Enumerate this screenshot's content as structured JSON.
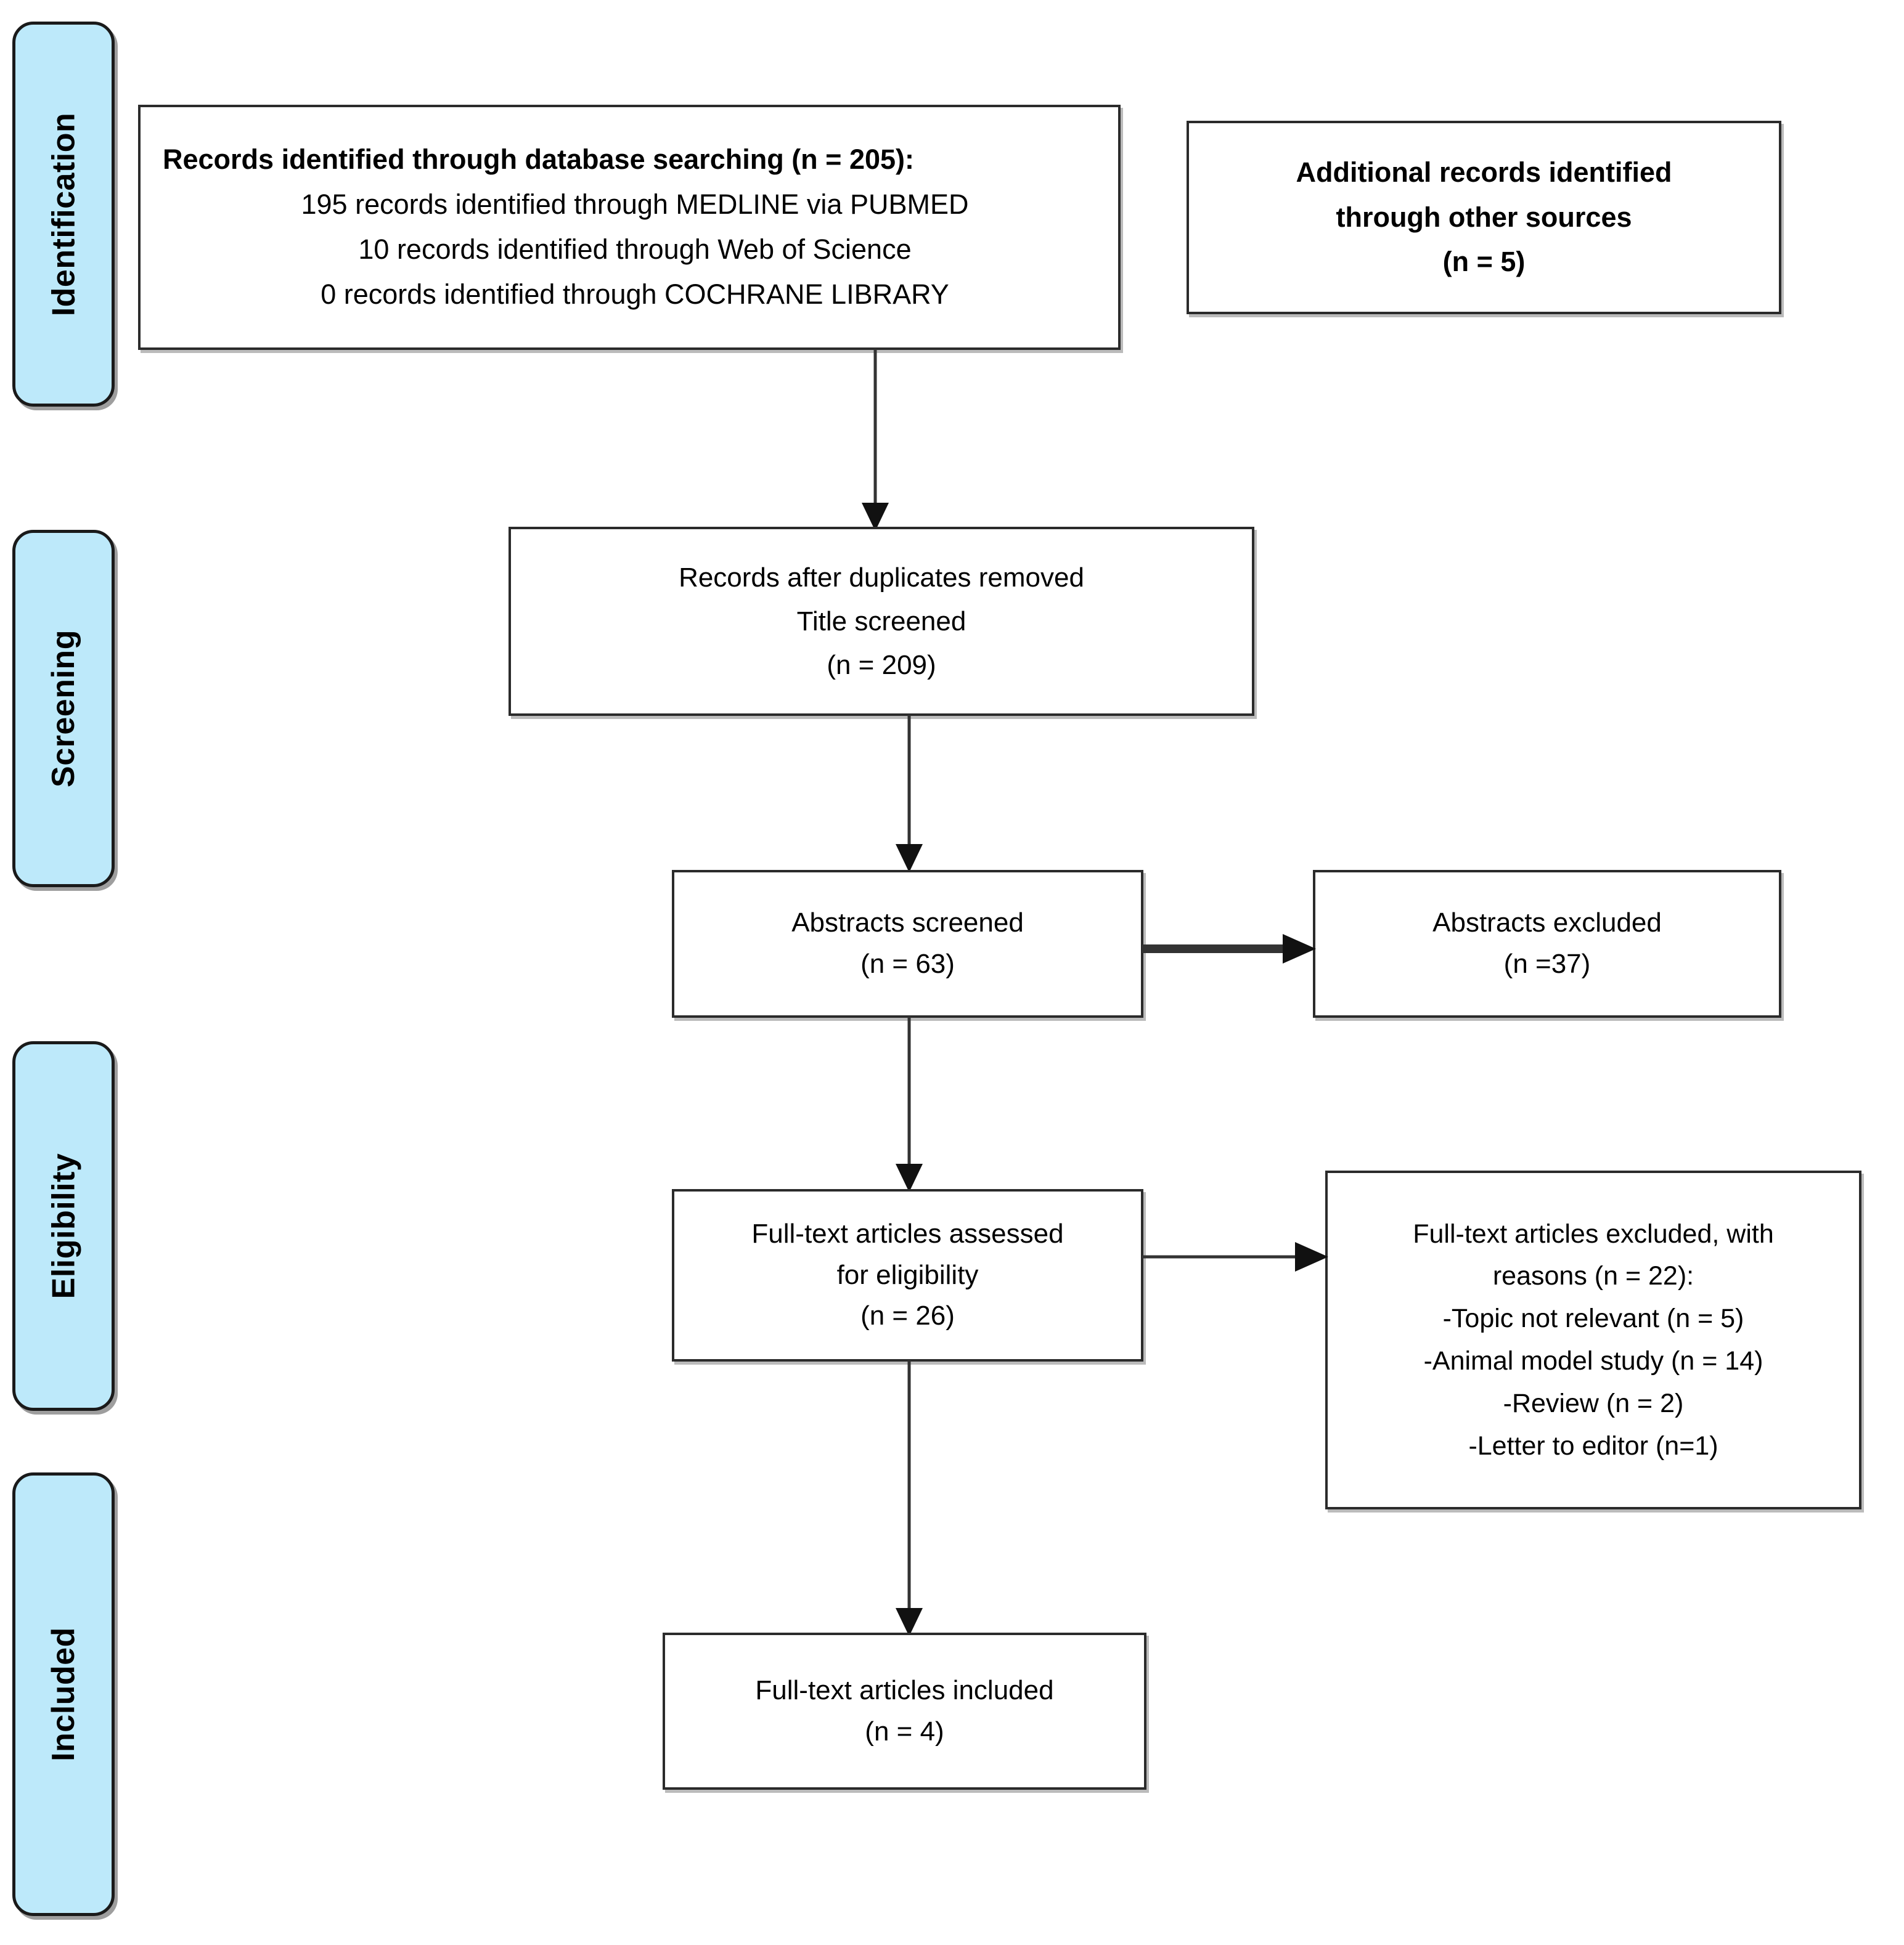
{
  "diagram": {
    "type": "PRISMA flow diagram",
    "accent_color": "#bde9fa",
    "border_color": "#2b2b2b",
    "text_color": "#000000"
  },
  "stages": [
    {
      "name": "identification",
      "label": "Identification"
    },
    {
      "name": "screening",
      "label": "Screening"
    },
    {
      "name": "eligibility",
      "label": "Eligibility"
    },
    {
      "name": "included",
      "label": "Included"
    }
  ],
  "boxes": {
    "database_search": {
      "lines": [
        "Records identified through database searching (n = 205):",
        "195 records identified through MEDLINE via PUBMED",
        "10 records identified through Web of Science",
        "0 records identified through COCHRANE LIBRARY"
      ]
    },
    "additional_records": {
      "lines": [
        "Additional records identified",
        "through other sources",
        "(n = 5)"
      ]
    },
    "duplicates_removed": {
      "lines": [
        "Records after duplicates removed",
        "Title screened",
        "(n = 209)"
      ]
    },
    "abstracts_screened": {
      "lines": [
        "Abstracts screened",
        "(n = 63)"
      ]
    },
    "abstracts_excluded": {
      "lines": [
        "Abstracts excluded",
        "(n =37)"
      ]
    },
    "fulltext_assessed": {
      "lines": [
        "Full-text articles assessed",
        "for eligibility",
        "(n = 26)"
      ]
    },
    "fulltext_excluded": {
      "lines": [
        "Full-text articles excluded, with",
        "reasons (n = 22):",
        "-Topic not relevant (n = 5)",
        "-Animal model study (n = 14)",
        "-Review (n = 2)",
        "-Letter to editor (n=1)"
      ]
    },
    "fulltext_included": {
      "lines": [
        "Full-text articles included",
        "(n = 4)"
      ]
    }
  },
  "counts": {
    "database_total": 205,
    "medline_pubmed": 195,
    "web_of_science": 10,
    "cochrane_library": 0,
    "additional_sources": 5,
    "after_duplicates_title_screened": 209,
    "abstracts_screened": 63,
    "abstracts_excluded": 37,
    "fulltext_assessed": 26,
    "fulltext_excluded": 22,
    "reason_topic_not_relevant": 5,
    "reason_animal_model_study": 14,
    "reason_review": 2,
    "reason_letter_to_editor": 1,
    "fulltext_included": 4
  }
}
